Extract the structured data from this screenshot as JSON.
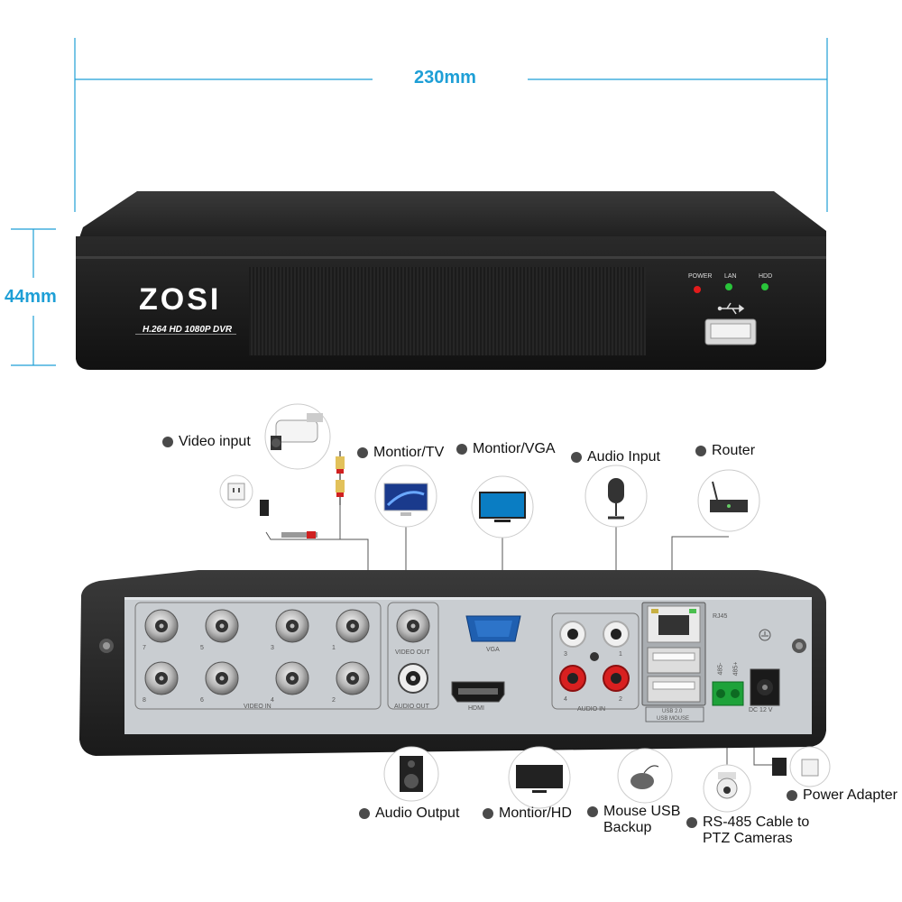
{
  "dimensions": {
    "width_label": "230mm",
    "height_label": "44mm"
  },
  "front": {
    "brand": "ZOSI",
    "model": "H.264 HD 1080P DVR",
    "leds": [
      "POWER",
      "LAN",
      "HDD"
    ],
    "colors": {
      "power": "#e21b1b",
      "lan": "#29c43a",
      "hdd": "#29c43a"
    }
  },
  "rear": {
    "labels": {
      "video_in": "VIDEO IN",
      "video_out": "VIDEO OUT",
      "audio_out": "AUDIO OUT",
      "vga": "VGA",
      "hdmi": "HDMI",
      "audio_in": "AUDIO IN",
      "rj45": "RJ45",
      "usb": "USB 2.0",
      "usb_mouse": "USB MOUSE",
      "dc": "DC 12 V",
      "rs485_a": "485-",
      "rs485_b": "485+"
    },
    "bnc_numbers": [
      "7",
      "5",
      "3",
      "1",
      "8",
      "6",
      "4",
      "2"
    ],
    "audio_numbers": [
      "3",
      "1",
      "4",
      "2"
    ]
  },
  "callouts": {
    "video_input": "Video input",
    "monitor_tv": "Montior/TV",
    "monitor_vga": "Montior/VGA",
    "audio_input": "Audio Input",
    "router": "Router",
    "audio_output": "Audio Output",
    "monitor_hd": "Montior/HD",
    "mouse_usb": "Mouse USB\nBackup",
    "rs485": "RS-485 Cable to\nPTZ Cameras",
    "power_adapter": "Power Adapter"
  },
  "colors": {
    "accent": "#1e9fd6",
    "body": "#1c1c1c",
    "panel": "#c9cdd1"
  }
}
